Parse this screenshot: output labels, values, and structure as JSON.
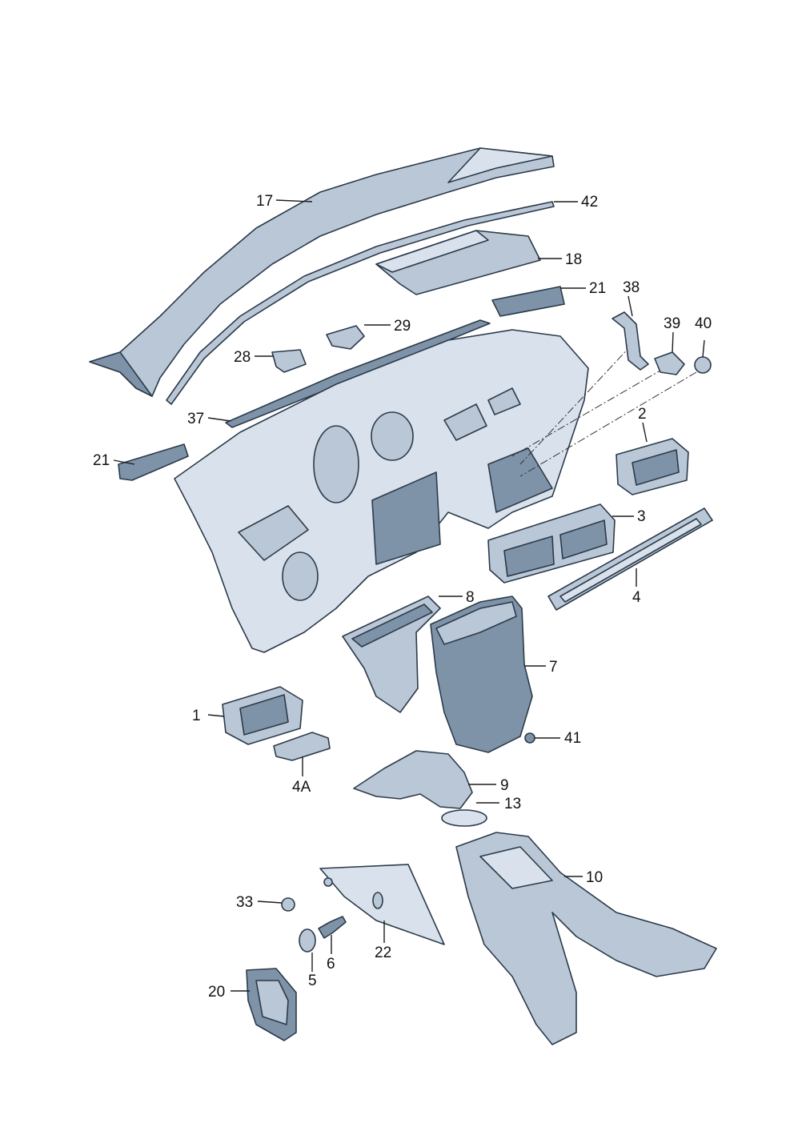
{
  "diagram": {
    "callouts": [
      {
        "id": "17",
        "text": "17"
      },
      {
        "id": "42",
        "text": "42"
      },
      {
        "id": "18",
        "text": "18"
      },
      {
        "id": "21a",
        "text": "21"
      },
      {
        "id": "38",
        "text": "38"
      },
      {
        "id": "39",
        "text": "39"
      },
      {
        "id": "40",
        "text": "40"
      },
      {
        "id": "29",
        "text": "29"
      },
      {
        "id": "28",
        "text": "28"
      },
      {
        "id": "37",
        "text": "37"
      },
      {
        "id": "2",
        "text": "2"
      },
      {
        "id": "21b",
        "text": "21"
      },
      {
        "id": "3",
        "text": "3"
      },
      {
        "id": "4",
        "text": "4"
      },
      {
        "id": "8",
        "text": "8"
      },
      {
        "id": "7",
        "text": "7"
      },
      {
        "id": "1",
        "text": "1"
      },
      {
        "id": "41",
        "text": "41"
      },
      {
        "id": "4A",
        "text": "4A"
      },
      {
        "id": "9",
        "text": "9"
      },
      {
        "id": "13",
        "text": "13"
      },
      {
        "id": "10",
        "text": "10"
      },
      {
        "id": "33",
        "text": "33"
      },
      {
        "id": "22",
        "text": "22"
      },
      {
        "id": "6",
        "text": "6"
      },
      {
        "id": "5",
        "text": "5"
      },
      {
        "id": "20",
        "text": "20"
      }
    ],
    "colors": {
      "part": "#b9c7d6",
      "part_shadow": "#7f93a8",
      "outline": "#2b3a4a"
    }
  }
}
